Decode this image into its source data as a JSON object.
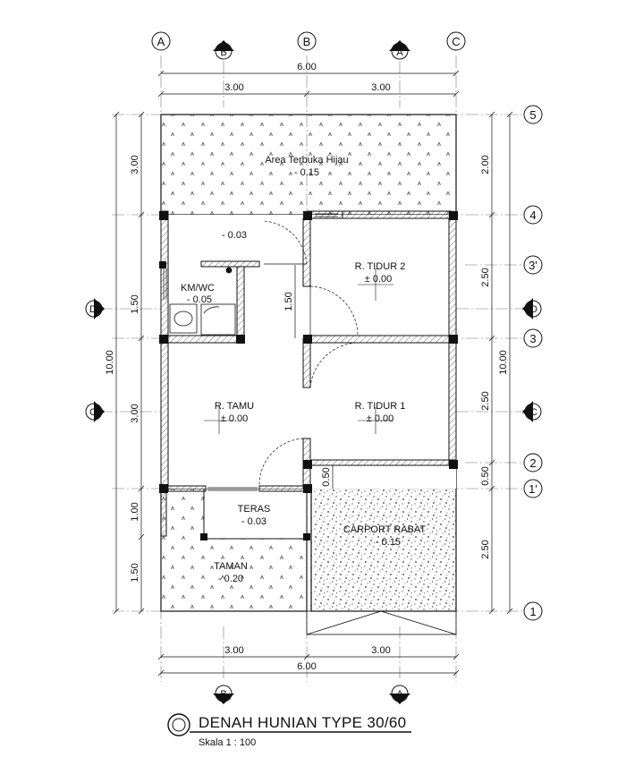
{
  "title": "DENAH HUNIAN TYPE 30/60",
  "scale": "Skala 1 : 100",
  "grid_columns": [
    "A",
    "B",
    "B",
    "A",
    "C"
  ],
  "grid_rows": [
    "5",
    "4",
    "3'",
    "3",
    "2",
    "1'",
    "1"
  ],
  "section_markers": {
    "top": [
      "B",
      "A"
    ],
    "bottom": [
      "B",
      "A"
    ],
    "left": [
      "D",
      "C"
    ],
    "right": [
      "D",
      "C"
    ]
  },
  "dimensions": {
    "total_width": "6.00",
    "half_width_left": "3.00",
    "half_width_right": "3.00",
    "total_length_left": "10.00",
    "total_length_right": "10.00",
    "left_chain": [
      "3.00",
      "1.50",
      "3.00",
      "1.00",
      "1.50"
    ],
    "right_chain": [
      "2.00",
      "2.50",
      "2.50",
      "0.50",
      "2.50"
    ],
    "interior": [
      "1.50",
      "0.50"
    ]
  },
  "rooms": {
    "garden_back": {
      "name": "Area Terbuka Hijau",
      "level": "- 0.15"
    },
    "kitchen": {
      "level": "- 0.03"
    },
    "bath": {
      "name": "KM/WC",
      "level": "- 0.05"
    },
    "bedroom2": {
      "name": "R. TIDUR 2",
      "level": "± 0.00"
    },
    "living": {
      "name": "R. TAMU",
      "level": "± 0.00"
    },
    "bedroom1": {
      "name": "R. TIDUR 1",
      "level": "± 0.00"
    },
    "terrace": {
      "name": "TERAS",
      "level": "- 0.03"
    },
    "carport": {
      "name": "CARPORT RABAT",
      "level": "- 0.15"
    },
    "garden_front": {
      "name": "TAMAN",
      "level": "- 0.20"
    }
  },
  "colors": {
    "line": "#111111",
    "wall_fill": "#d9d9d9",
    "grid": "#555555"
  }
}
